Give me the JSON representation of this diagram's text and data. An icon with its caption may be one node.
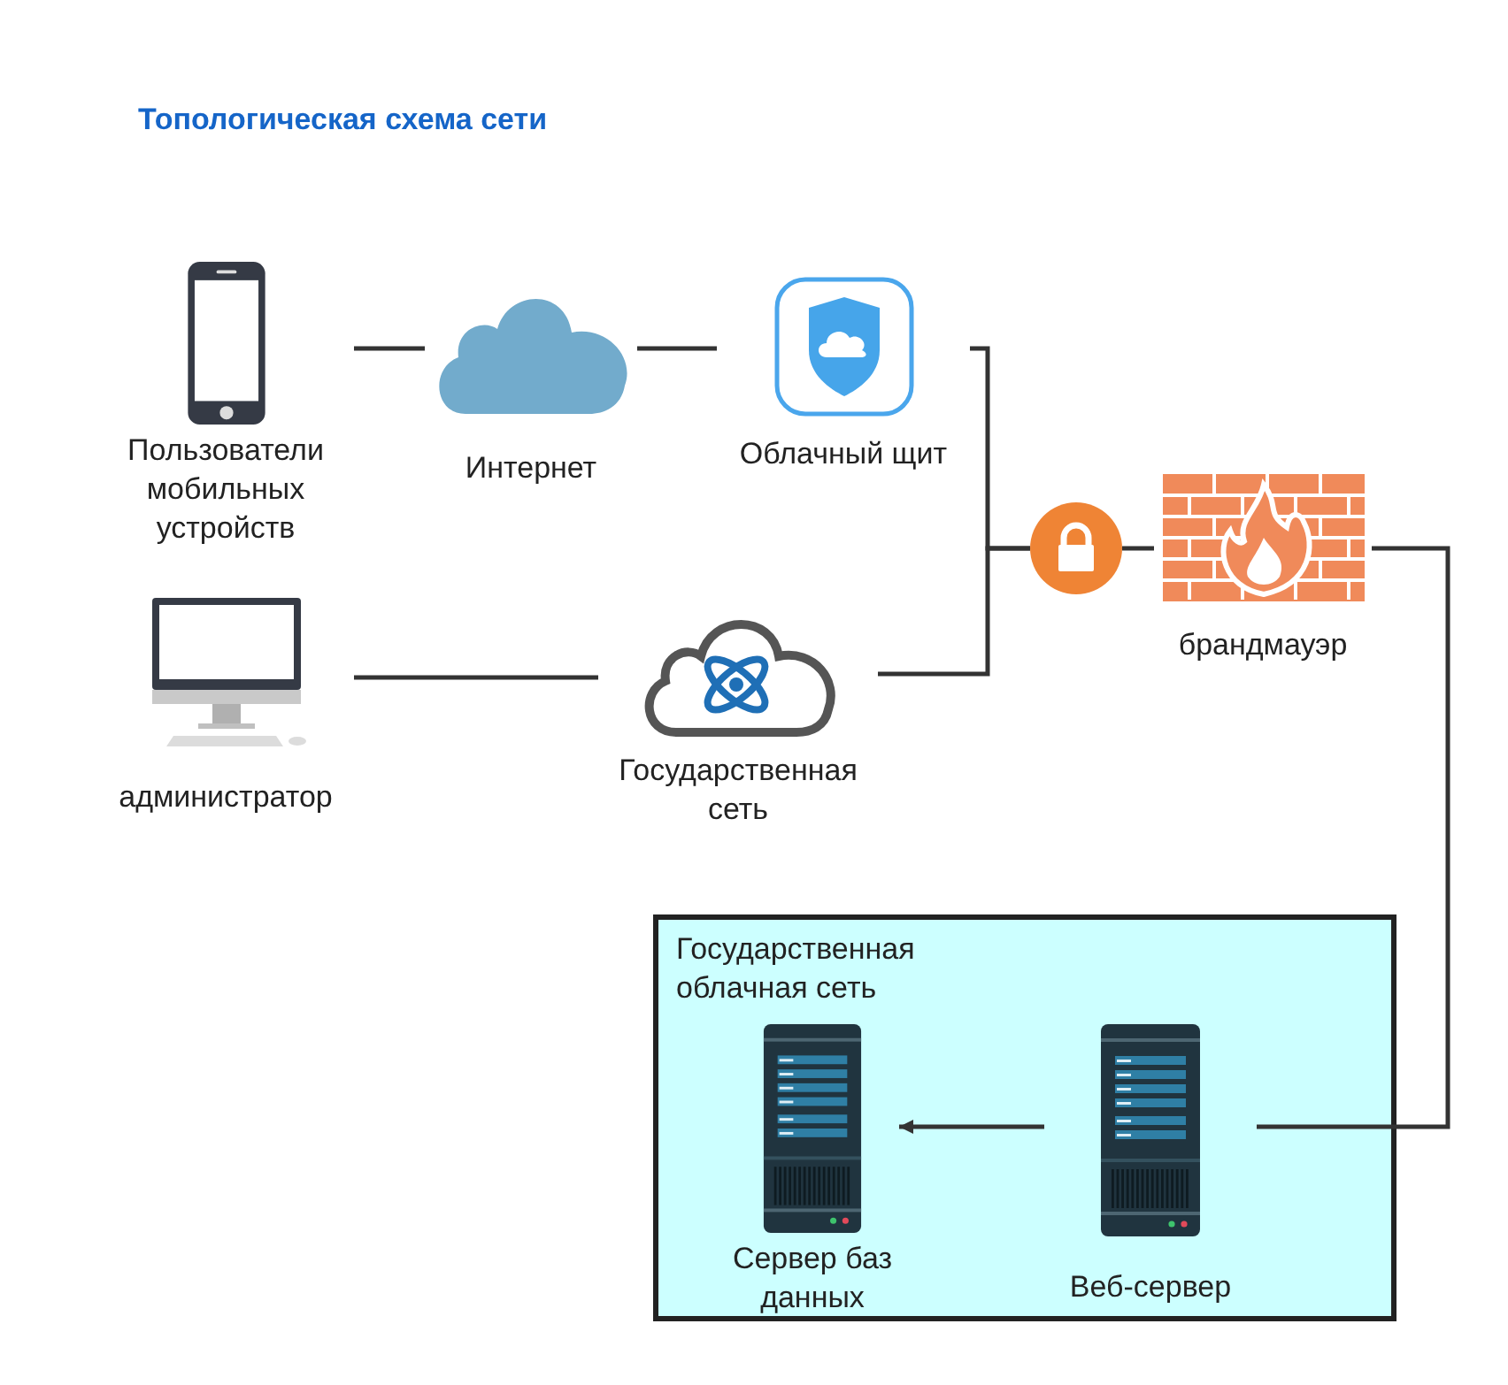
{
  "diagram": {
    "title": "Топологическая схема сети",
    "nodes": [
      {
        "text": [
          "Пользователи мобильных устройств"
        ]
      },
      {
        "text": [
          "Интернет"
        ]
      },
      {
        "text": [
          "Облачный щит"
        ]
      },
      {
        "text": [],
        "shape": "circle"
      },
      {
        "text": [
          "брандмауэр"
        ]
      },
      {
        "text": [
          "администратор"
        ]
      },
      {
        "text": [
          "Государственная сеть"
        ]
      },
      {
        "text": [
          "Государственная облачная сеть"
        ]
      },
      {
        "text": [
          "Сервер баз данных"
        ],
        "in": 7
      },
      {
        "text": [
          "Веб-сервер"
        ],
        "in": 7
      }
    ],
    "edges": [
      {
        "from": 0,
        "to": 1,
        "arrow": "none"
      },
      {
        "from": 1,
        "to": 2,
        "arrow": "none"
      },
      {
        "from": 2,
        "to": 3,
        "arrow": "none"
      },
      {
        "from": 5,
        "to": 6,
        "arrow": "none"
      },
      {
        "from": 6,
        "to": 3,
        "arrow": "none"
      },
      {
        "from": 3,
        "to": 4,
        "arrow": "none"
      },
      {
        "from": 4,
        "to": 9,
        "arrow": "none"
      },
      {
        "from": 9,
        "to": 8,
        "arrow": "to"
      }
    ]
  }
}
